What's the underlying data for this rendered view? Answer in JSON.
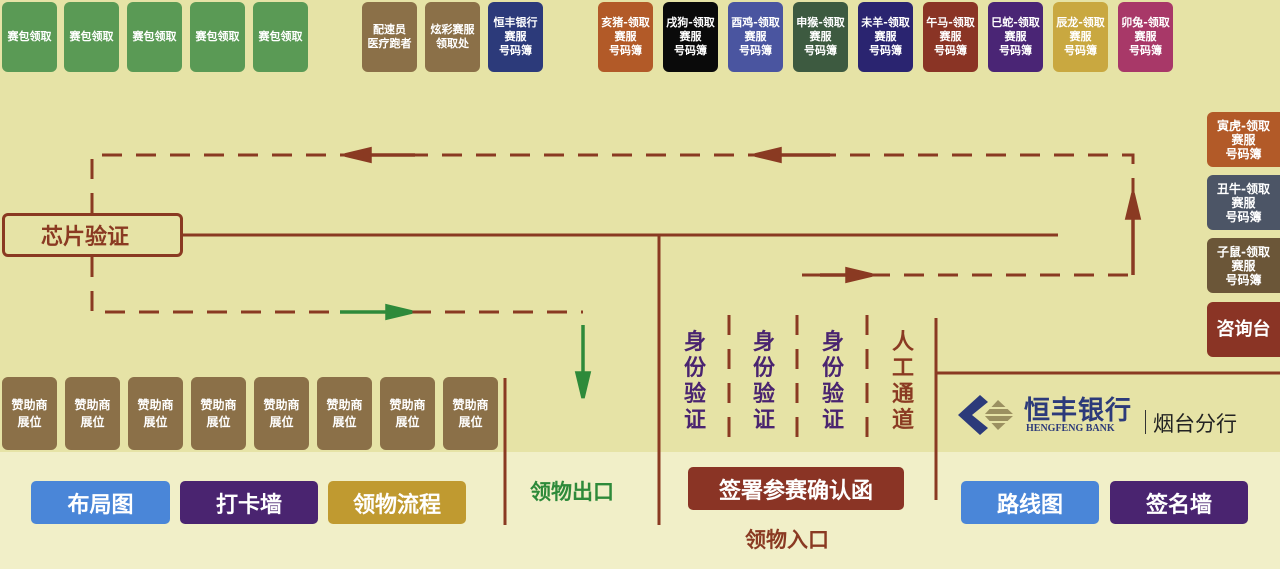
{
  "top_row": [
    {
      "label": "赛包领取",
      "color": "#5a9a55"
    },
    {
      "label": "赛包领取",
      "color": "#5a9a55"
    },
    {
      "label": "赛包领取",
      "color": "#5a9a55"
    },
    {
      "label": "赛包领取",
      "color": "#5a9a55"
    },
    {
      "label": "赛包领取",
      "color": "#5a9a55"
    },
    {
      "label": "配速员\n医疗跑者",
      "color": "#8b7048"
    },
    {
      "label": "炫彩赛服\n领取处",
      "color": "#8b7048"
    },
    {
      "label": "恒丰银行\n赛服\n号码簿",
      "color": "#2c3a7a"
    },
    {
      "label": "亥猪-领取\n赛服\n号码簿",
      "color": "#b25a28"
    },
    {
      "label": "戌狗-领取\n赛服\n号码簿",
      "color": "#0a0a0a"
    },
    {
      "label": "酉鸡-领取\n赛服\n号码簿",
      "color": "#4a55a0"
    },
    {
      "label": "申猴-领取\n赛服\n号码簿",
      "color": "#3d5a40"
    },
    {
      "label": "未羊-领取\n赛服\n号码簿",
      "color": "#2a2470"
    },
    {
      "label": "午马-领取\n赛服\n号码簿",
      "color": "#8a3425"
    },
    {
      "label": "巳蛇-领取\n赛服\n号码簿",
      "color": "#4a2575"
    },
    {
      "label": "辰龙-领取\n赛服\n号码簿",
      "color": "#c9a840"
    },
    {
      "label": "卯兔-领取\n赛服\n号码簿",
      "color": "#a83868"
    }
  ],
  "right_column": [
    {
      "label": "寅虎-领取\n赛服\n号码簿",
      "color": "#b25a28"
    },
    {
      "label": "丑牛-领取\n赛服\n号码簿",
      "color": "#4c5566"
    },
    {
      "label": "子鼠-领取\n赛服\n号码簿",
      "color": "#6b5638"
    }
  ],
  "info_desk": "咨询台",
  "chip_check": "芯片验证",
  "id_checks": [
    "身\n份\n验\n证",
    "身\n份\n验\n证",
    "身\n份\n验\n证"
  ],
  "manual_lane": "人\n工\n通\n道",
  "sponsor_label": "赞助商\n展位",
  "sponsor_count": 8,
  "buttons": {
    "layout": "布局图",
    "checkin_wall": "打卡墙",
    "pickup_flow": "领物流程",
    "confirm_letter": "签署参赛确认函",
    "route": "路线图",
    "signature_wall": "签名墙"
  },
  "exit_label": "领物出口",
  "entrance_label": "领物入口",
  "logo": {
    "name_cn": "恒丰银行",
    "name_en": "HENGFENG BANK",
    "branch": "烟台分行"
  }
}
